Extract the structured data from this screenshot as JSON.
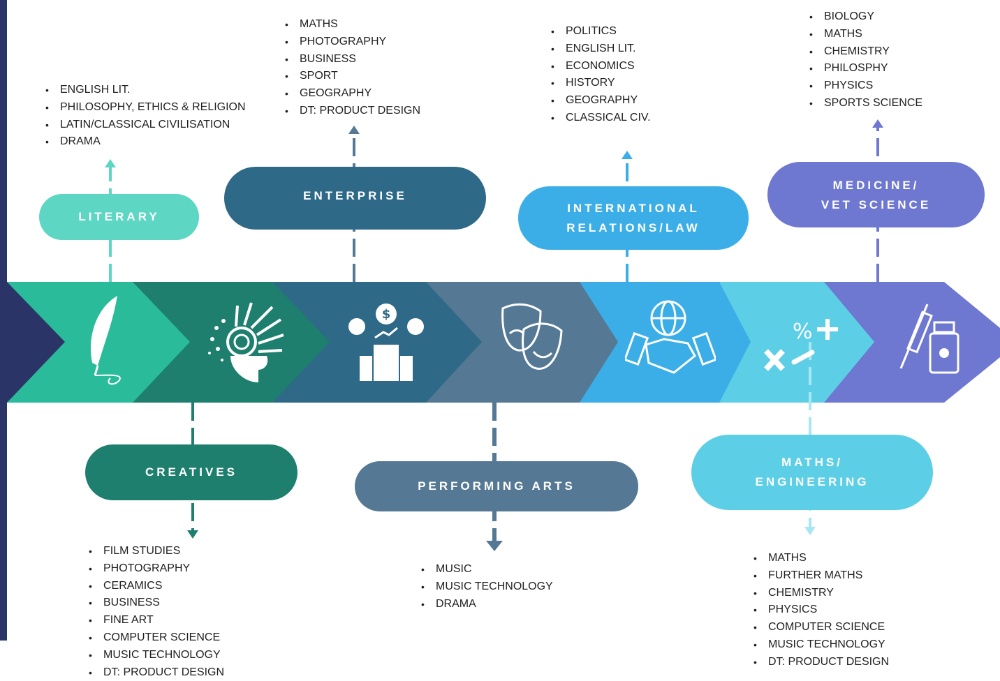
{
  "colors": {
    "navy": "#2b3467",
    "literary": "#5dd6c4",
    "literary_arrow": "#2abb9b",
    "creatives": "#1e7f6e",
    "enterprise": "#2e6987",
    "performing_arts": "#557994",
    "international": "#3baee8",
    "maths_engineering": "#5ccfe6",
    "medicine": "#6e78d0"
  },
  "pathways": {
    "literary": {
      "label": "LITERARY",
      "icon": "quill-pen-icon",
      "subjects": [
        "ENGLISH LIT.",
        "PHILOSOPHY, ETHICS & RELIGION",
        "LATIN/CLASSICAL CIVILISATION",
        "DRAMA"
      ]
    },
    "creatives": {
      "label": "CREATIVES",
      "icon": "creative-head-icon",
      "subjects": [
        "FILM STUDIES",
        "PHOTOGRAPHY",
        "CERAMICS",
        "BUSINESS",
        "FINE ART",
        "COMPUTER SCIENCE",
        "MUSIC TECHNOLOGY",
        "DT: PRODUCT DESIGN"
      ]
    },
    "enterprise": {
      "label": "ENTERPRISE",
      "icon": "business-growth-icon",
      "subjects": [
        "MATHS",
        "PHOTOGRAPHY",
        "BUSINESS",
        "SPORT",
        "GEOGRAPHY",
        "DT: PRODUCT DESIGN"
      ]
    },
    "performing_arts": {
      "label": "PERFORMING ARTS",
      "icon": "theatre-masks-icon",
      "subjects": [
        "MUSIC",
        "MUSIC TECHNOLOGY",
        "DRAMA"
      ]
    },
    "international": {
      "label": "INTERNATIONAL\nRELATIONS/LAW",
      "icon": "globe-handshake-icon",
      "subjects": [
        "POLITICS",
        "ENGLISH LIT.",
        "ECONOMICS",
        "HISTORY",
        "GEOGRAPHY",
        "CLASSICAL CIV."
      ]
    },
    "maths_engineering": {
      "label": "MATHS/\nENGINEERING",
      "icon": "math-symbols-icon",
      "subjects": [
        "MATHS",
        "FURTHER MATHS",
        "CHEMISTRY",
        "PHYSICS",
        "COMPUTER SCIENCE",
        "MUSIC TECHNOLOGY",
        "DT: PRODUCT DESIGN"
      ]
    },
    "medicine": {
      "label": "MEDICINE/\nVET SCIENCE",
      "icon": "syringe-medicine-icon",
      "subjects": [
        "BIOLOGY",
        "MATHS",
        "CHEMISTRY",
        "PHILOSPHY",
        "PHYSICS",
        "SPORTS SCIENCE"
      ]
    }
  }
}
